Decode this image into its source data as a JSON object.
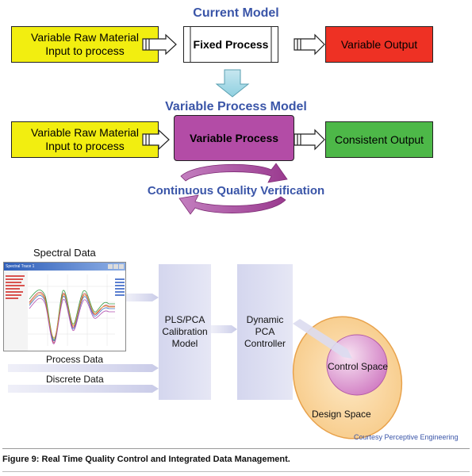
{
  "top": {
    "current_model_title": "Current Model",
    "variable_process_model_title": "Variable Process Model",
    "row1": {
      "input": "Variable Raw Material\nInput to process",
      "process": "Fixed Process",
      "output": "Variable Output"
    },
    "row2": {
      "input": "Variable Raw Material\nInput to process",
      "process": "Variable Process",
      "output": "Consistent Output"
    },
    "cqv_label": "Continuous Quality Verification"
  },
  "bottom": {
    "spectral_title": "Spectral Data",
    "process_data": "Process Data",
    "discrete_data": "Discrete Data",
    "plspca": "PLS/PCA\nCalibration\nModel",
    "dynamic": "Dynamic\nPCA\nController",
    "control_space": "Control Space",
    "design_space": "Design Space",
    "courtesy": "Courtesy Perceptive Engineering",
    "window_title": "Spectral Trace 1"
  },
  "caption": "Figure 9: Real Time Quality Control and Integrated Data Management.",
  "colors": {
    "title_blue": "#3a55a8",
    "input_yellow": "#f2ee10",
    "variable_output_red": "#ee3124",
    "variable_process_magenta": "#b34ca6",
    "consistent_output_green": "#4db848",
    "panel_lavender": "#d9dbef",
    "design_space_orange": "#f7d39a",
    "control_space_pink": "#d98fcd"
  }
}
